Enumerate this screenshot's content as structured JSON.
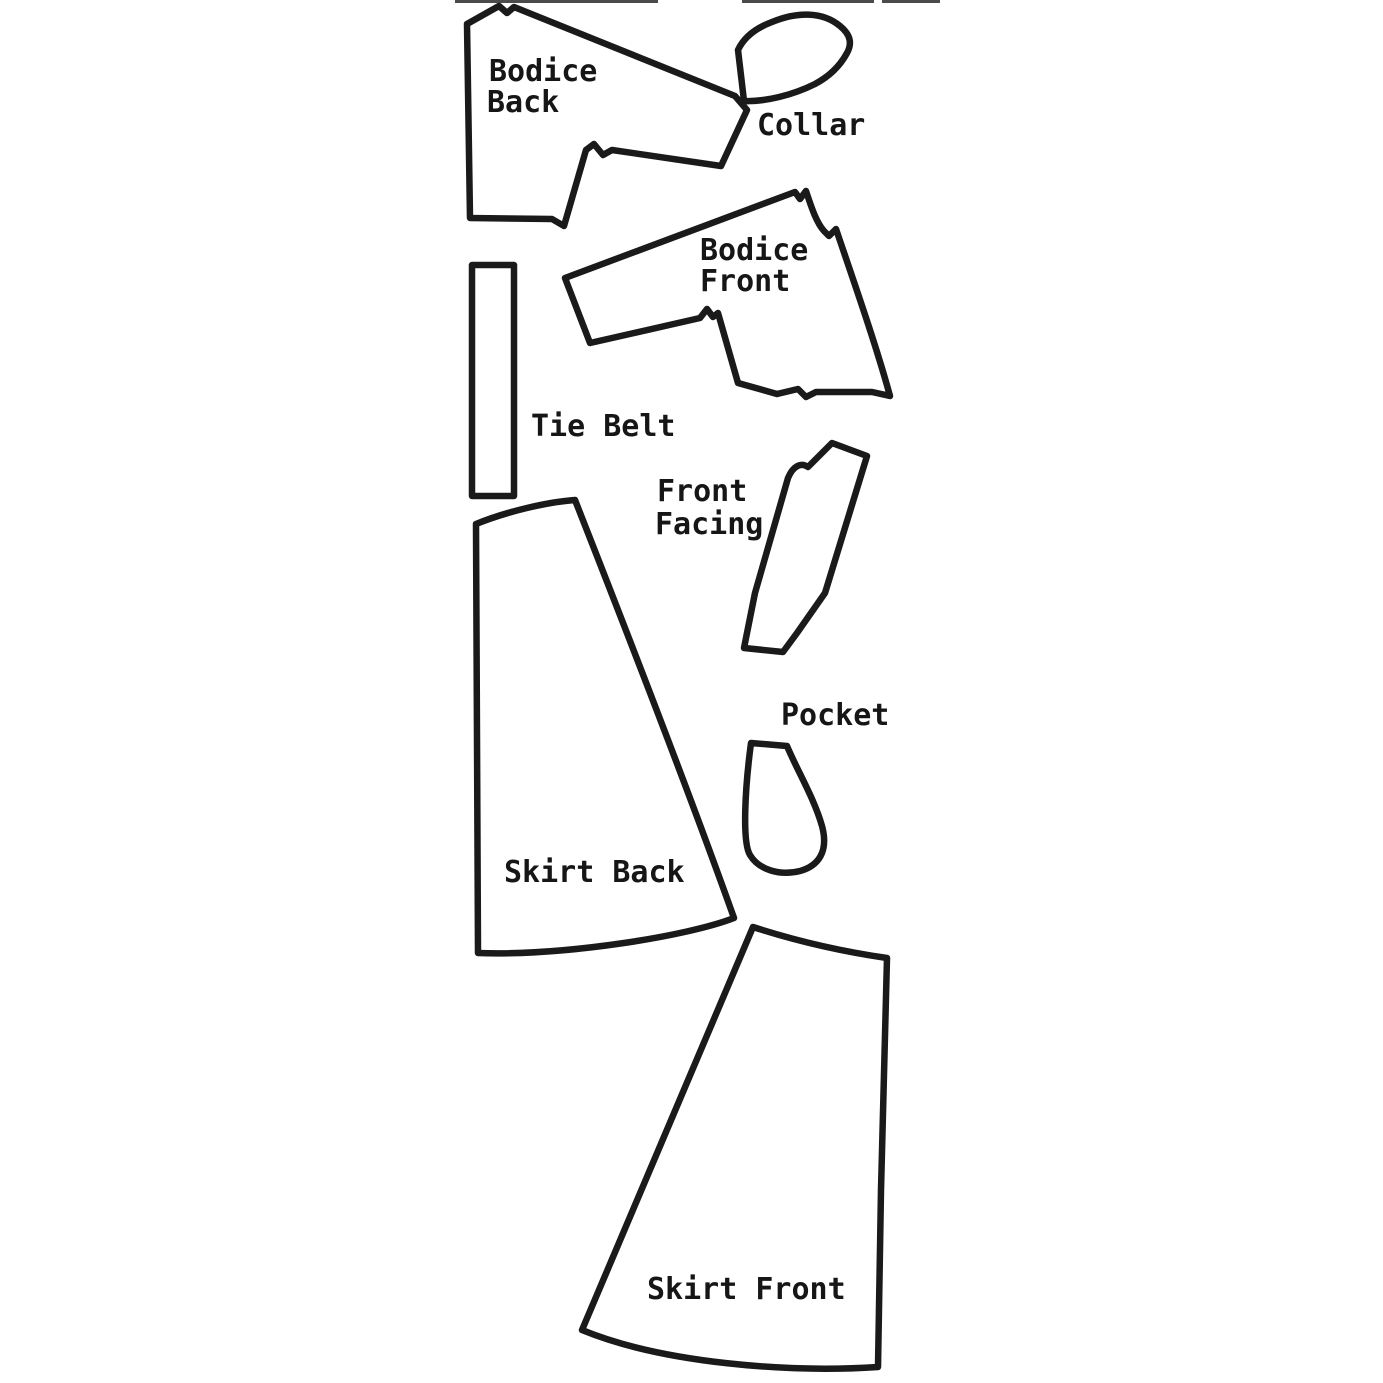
{
  "diagram": {
    "kind": "sewing-pattern-piece-layout",
    "background_color": "#ffffff",
    "line_color": "#1a1a1a",
    "pieces": [
      {
        "id": "bodice-back",
        "label": "Bodice Back",
        "label_lines": [
          "Bodice",
          "Back"
        ]
      },
      {
        "id": "collar",
        "label": "Collar",
        "label_lines": [
          "Collar"
        ]
      },
      {
        "id": "bodice-front",
        "label": "Bodice Front",
        "label_lines": [
          "Bodice",
          "Front"
        ]
      },
      {
        "id": "tie-belt",
        "label": "Tie Belt",
        "label_lines": [
          "Tie Belt"
        ]
      },
      {
        "id": "front-facing",
        "label": "Front Facing",
        "label_lines": [
          "Front",
          "Facing"
        ]
      },
      {
        "id": "pocket",
        "label": "Pocket",
        "label_lines": [
          "Pocket"
        ]
      },
      {
        "id": "skirt-back",
        "label": "Skirt Back",
        "label_lines": [
          "Skirt Back"
        ]
      },
      {
        "id": "skirt-front",
        "label": "Skirt Front",
        "label_lines": [
          "Skirt Front"
        ]
      }
    ]
  }
}
